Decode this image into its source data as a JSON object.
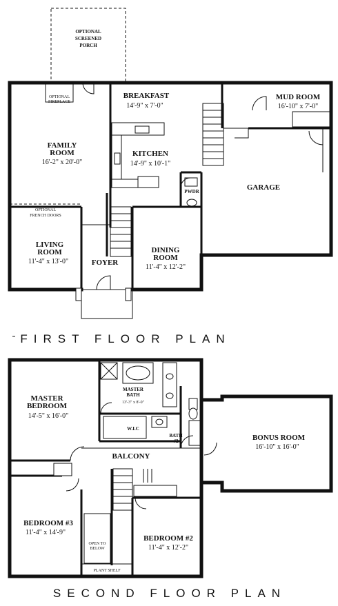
{
  "first_floor": {
    "heading": "FIRST FLOOR PLAN",
    "porch": [
      "OPTIONAL",
      "SCREENED",
      "PORCH"
    ],
    "fireplace": [
      "OPTIONAL",
      "FIREPLACE"
    ],
    "breakfast": {
      "name": "BREAKFAST",
      "size": "14'-9\" x 7'-0\""
    },
    "mud_room": {
      "name": "MUD ROOM",
      "size": "16'-10\" x 7'-0\""
    },
    "family_room": {
      "name": [
        "FAMILY",
        "ROOM"
      ],
      "size": "16'-2\" x 20'-0\""
    },
    "kitchen": {
      "name": "KITCHEN",
      "size": "14'-9\" x 10'-1\""
    },
    "garage": {
      "name": "GARAGE"
    },
    "powder": "PWDR",
    "french_doors": [
      "OPTIONAL",
      "FRENCH DOORS"
    ],
    "living_room": {
      "name": [
        "LIVING",
        "ROOM"
      ],
      "size": "11'-4\" x 13'-0\""
    },
    "foyer": "FOYER",
    "dining_room": {
      "name": [
        "DINING",
        "ROOM"
      ],
      "size": "11'-4\" x 12'-2\""
    }
  },
  "second_floor": {
    "heading": "SECOND FLOOR PLAN",
    "master_bath": {
      "name": [
        "MASTER",
        "BATH"
      ],
      "size": "13'-3\" x 8'-0\""
    },
    "master_bedroom": {
      "name": [
        "MASTER",
        "BEDROOM"
      ],
      "size": "14'-5\" x 16'-0\""
    },
    "wic": "W.I.C",
    "bath2": [
      "BATH",
      "#2"
    ],
    "bonus_room": {
      "name": "BONUS ROOM",
      "size": "16'-10\" x 16'-0\""
    },
    "balcony": "BALCONY",
    "bedroom3": {
      "name": "BEDROOM #3",
      "size": "11'-4\" x 14'-9\""
    },
    "bedroom2": {
      "name": "BEDROOM #2",
      "size": "11'-4\" x 12'-2\""
    },
    "open_to_below": [
      "OPEN TO",
      "BELOW"
    ],
    "plant_shelf": "PLANT SHELF"
  }
}
